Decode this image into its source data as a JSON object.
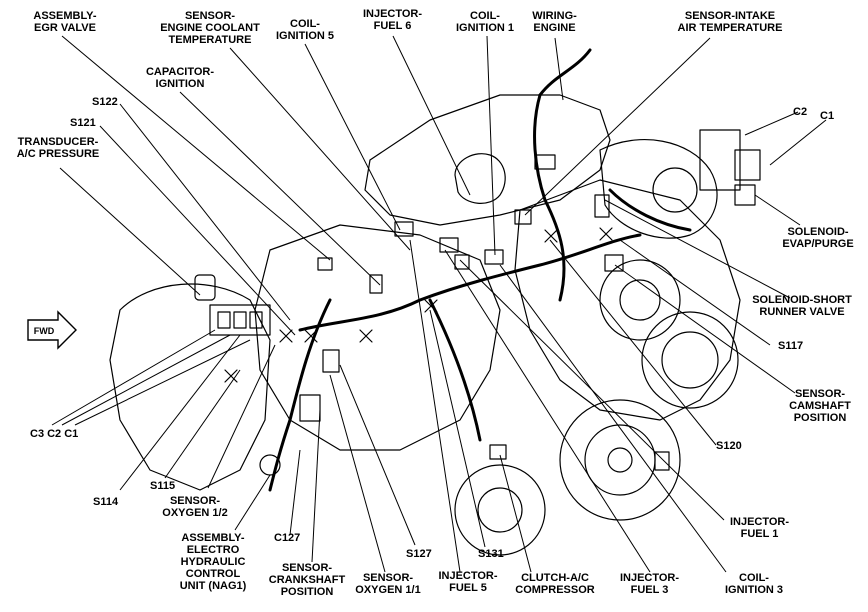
{
  "labels": {
    "assembly_egr_valve": [
      "ASSEMBLY-",
      "EGR VALVE"
    ],
    "sensor_engine_coolant": [
      "SENSOR-",
      "ENGINE COOLANT",
      "TEMPERATURE"
    ],
    "coil_ignition_5": [
      "COIL-",
      "IGNITION 5"
    ],
    "injector_fuel_6": [
      "INJECTOR-",
      "FUEL 6"
    ],
    "coil_ignition_1": [
      "COIL-",
      "IGNITION 1"
    ],
    "wiring_engine": [
      "WIRING-",
      "ENGINE"
    ],
    "sensor_intake_air": [
      "SENSOR-INTAKE",
      "AIR TEMPERATURE"
    ],
    "capacitor_ignition": [
      "CAPACITOR-",
      "IGNITION"
    ],
    "s122": "S122",
    "s121": "S121",
    "transducer_ac": [
      "TRANSDUCER-",
      "A/C PRESSURE"
    ],
    "c2_top": "C2",
    "c1_top": "C1",
    "solenoid_evap": [
      "SOLENOID-",
      "EVAP/PURGE"
    ],
    "solenoid_short_runner": [
      "SOLENOID-SHORT",
      "RUNNER VALVE"
    ],
    "s117": "S117",
    "sensor_camshaft": [
      "SENSOR-",
      "CAMSHAFT",
      "POSITION"
    ],
    "s120": "S120",
    "c3_c2_c1": "C3 C2 C1",
    "s114": "S114",
    "s115": "S115",
    "sensor_oxygen_12": [
      "SENSOR-",
      "OXYGEN 1/2"
    ],
    "assembly_hydraulic": [
      "ASSEMBLY-",
      "ELECTRO",
      "HYDRAULIC",
      "CONTROL",
      "UNIT (NAG1)"
    ],
    "c127": "C127",
    "sensor_crankshaft": [
      "SENSOR-",
      "CRANKSHAFT",
      "POSITION"
    ],
    "sensor_oxygen_11": [
      "SENSOR-",
      "OXYGEN 1/1"
    ],
    "s127": "S127",
    "injector_fuel_5": [
      "INJECTOR-",
      "FUEL 5"
    ],
    "s131": "S131",
    "clutch_ac": [
      "CLUTCH-A/C",
      "COMPRESSOR"
    ],
    "injector_fuel_3": [
      "INJECTOR-",
      "FUEL 3"
    ],
    "coil_ignition_3": [
      "COIL-",
      "IGNITION 3"
    ],
    "injector_fuel_1": [
      "INJECTOR-",
      "FUEL 1"
    ],
    "fwd": "FWD"
  }
}
